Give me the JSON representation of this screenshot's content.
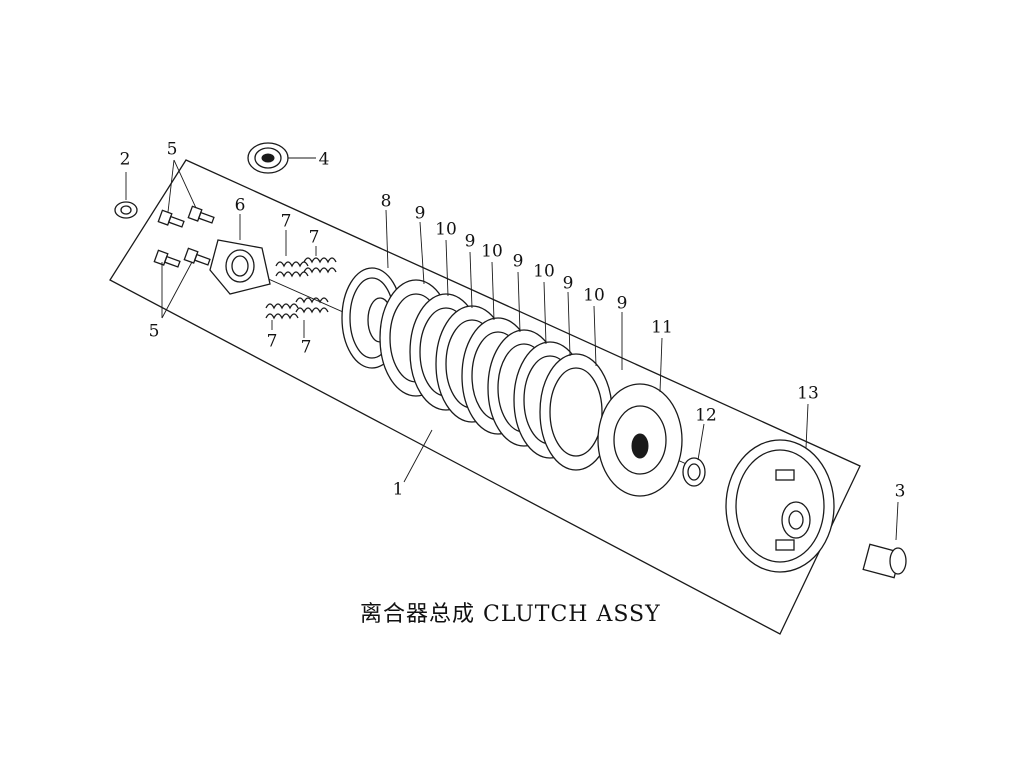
{
  "caption": "离合器总成 CLUTCH ASSY",
  "callouts": [
    {
      "id": "c2",
      "label": "2"
    },
    {
      "id": "c5a",
      "label": "5"
    },
    {
      "id": "c4",
      "label": "4"
    },
    {
      "id": "c6",
      "label": "6"
    },
    {
      "id": "c7a",
      "label": "7"
    },
    {
      "id": "c7b",
      "label": "7"
    },
    {
      "id": "c8",
      "label": "8"
    },
    {
      "id": "c9a",
      "label": "9"
    },
    {
      "id": "c10a",
      "label": "10"
    },
    {
      "id": "c9b",
      "label": "9"
    },
    {
      "id": "c10b",
      "label": "10"
    },
    {
      "id": "c9c",
      "label": "9"
    },
    {
      "id": "c10c",
      "label": "10"
    },
    {
      "id": "c9d",
      "label": "9"
    },
    {
      "id": "c10d",
      "label": "10"
    },
    {
      "id": "c9e",
      "label": "9"
    },
    {
      "id": "c11",
      "label": "11"
    },
    {
      "id": "c12",
      "label": "12"
    },
    {
      "id": "c13",
      "label": "13"
    },
    {
      "id": "c3",
      "label": "3"
    },
    {
      "id": "c1",
      "label": "1"
    },
    {
      "id": "c5b",
      "label": "5"
    },
    {
      "id": "c7c",
      "label": "7"
    },
    {
      "id": "c7d",
      "label": "7"
    }
  ]
}
